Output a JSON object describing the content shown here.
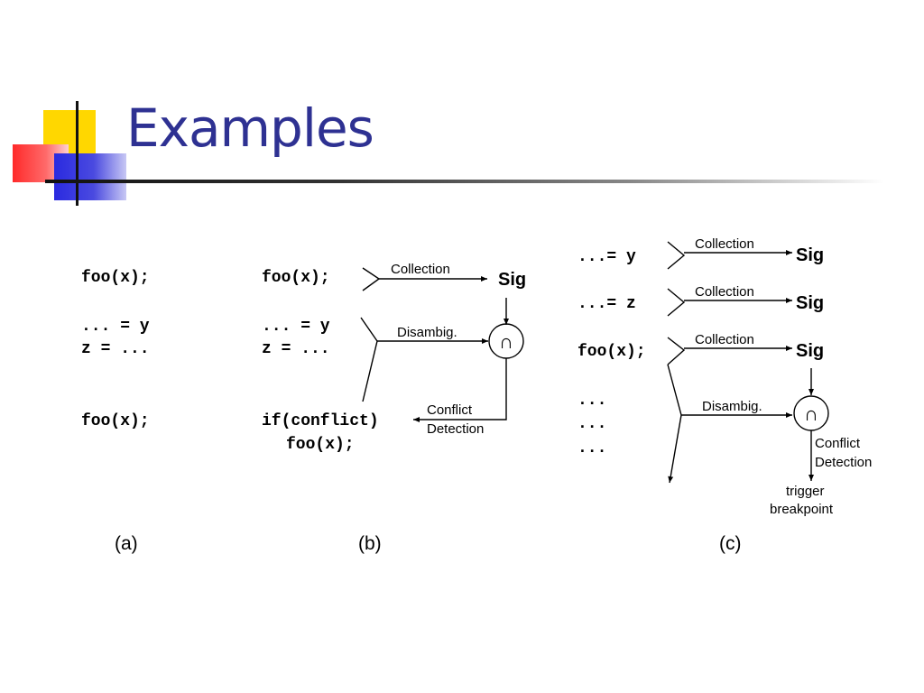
{
  "slide": {
    "title": "Examples"
  },
  "code_lines": {
    "foo": "foo(x);",
    "read_y": "... = y",
    "write_z": "z = ...",
    "if_conflict": "if(conflict)",
    "read_y_c": "...= y",
    "read_z_c": "...= z",
    "dots": "..."
  },
  "labels": {
    "collection": "Collection",
    "sig": "Sig",
    "disambig": "Disambig.",
    "intersect": "∩",
    "conflict": "Conflict",
    "detection": "Detection",
    "trigger": "trigger",
    "breakpoint": "breakpoint"
  },
  "captions": {
    "a": "(a)",
    "b": "(b)",
    "c": "(c)"
  },
  "colors": {
    "title": "#2e3192",
    "yellow": "#ffd700",
    "red": "#ff2a2a",
    "blue": "#2a2ae0"
  }
}
